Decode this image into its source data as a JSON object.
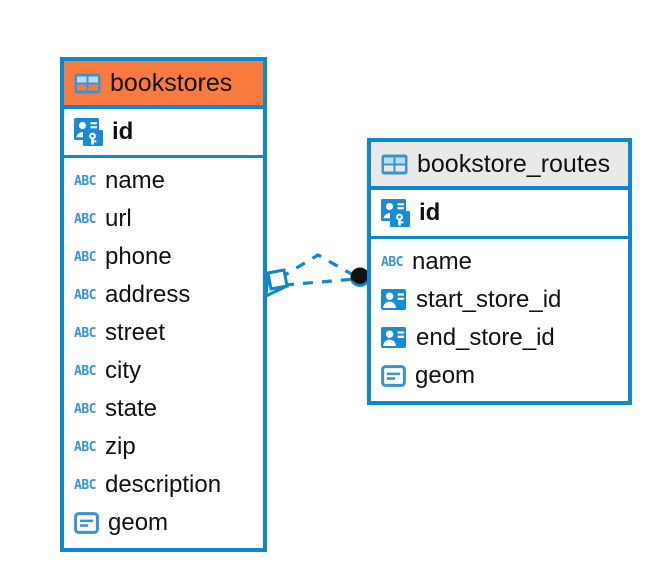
{
  "diagram": {
    "title": "bookstores / bookstore_routes ER diagram",
    "background_color": "#ffffff",
    "accent_blue": "#0f87cc",
    "accent_orange": "#f97b40",
    "header_grey": "#e9e9e9",
    "icon_blue": "#3a93d4",
    "text_color": "#111111"
  },
  "entities": [
    {
      "id": "bookstores",
      "name": "bookstores",
      "header_icon": "table-icon",
      "header_color": "#f97b40",
      "primary_key": {
        "name": "id",
        "icon": "primary-key-icon"
      },
      "fields": [
        {
          "name": "name",
          "icon": "abc-text-icon",
          "type_label": "ABC"
        },
        {
          "name": "url",
          "icon": "abc-text-icon",
          "type_label": "ABC"
        },
        {
          "name": "phone",
          "icon": "abc-text-icon",
          "type_label": "ABC"
        },
        {
          "name": "address",
          "icon": "abc-text-icon",
          "type_label": "ABC"
        },
        {
          "name": "street",
          "icon": "abc-text-icon",
          "type_label": "ABC"
        },
        {
          "name": "city",
          "icon": "abc-text-icon",
          "type_label": "ABC"
        },
        {
          "name": "state",
          "icon": "abc-text-icon",
          "type_label": "ABC"
        },
        {
          "name": "zip",
          "icon": "abc-text-icon",
          "type_label": "ABC"
        },
        {
          "name": "description",
          "icon": "abc-text-icon",
          "type_label": "ABC"
        },
        {
          "name": "geom",
          "icon": "geometry-icon",
          "type_label": ""
        }
      ]
    },
    {
      "id": "bookstore_routes",
      "name": "bookstore_routes",
      "header_icon": "table-icon",
      "header_color": "#e9e9e9",
      "primary_key": {
        "name": "id",
        "icon": "primary-key-icon"
      },
      "fields": [
        {
          "name": "name",
          "icon": "abc-text-icon",
          "type_label": "ABC"
        },
        {
          "name": "start_store_id",
          "icon": "foreign-key-icon",
          "type_label": ""
        },
        {
          "name": "end_store_id",
          "icon": "foreign-key-icon",
          "type_label": ""
        },
        {
          "name": "geom",
          "icon": "geometry-icon",
          "type_label": ""
        }
      ]
    }
  ],
  "relationship": {
    "name": "bookstores-to-bookstore_routes",
    "line_style": "dashed",
    "line_color": "#0f87cc",
    "source_entity": "bookstores",
    "source_marker": "crows-foot-icon",
    "target_entity": "bookstore_routes",
    "target_marker": "filled-circle-icon"
  }
}
